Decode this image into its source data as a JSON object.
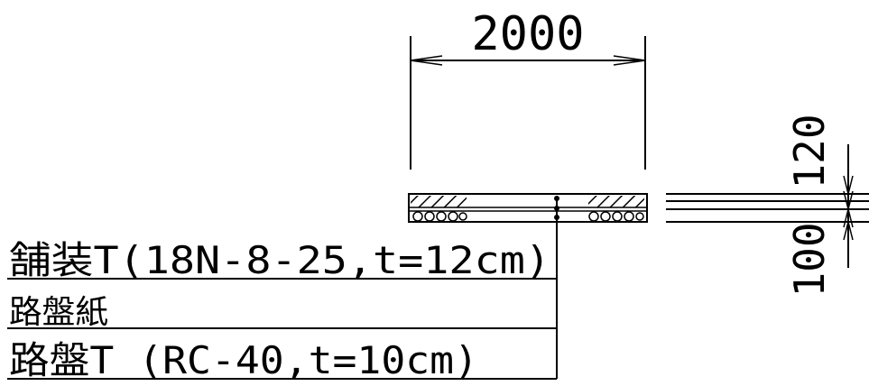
{
  "dimensions": {
    "width_label": "2000",
    "upper_thickness_label": "120",
    "lower_thickness_label": "100"
  },
  "layers": [
    {
      "label": "舗装T(18N-8-25,t=12cm)"
    },
    {
      "label": "路盤紙"
    },
    {
      "label": "路盤T (RC-40,t=10cm)"
    }
  ],
  "colors": {
    "line": "#000000",
    "background": "#ffffff"
  }
}
